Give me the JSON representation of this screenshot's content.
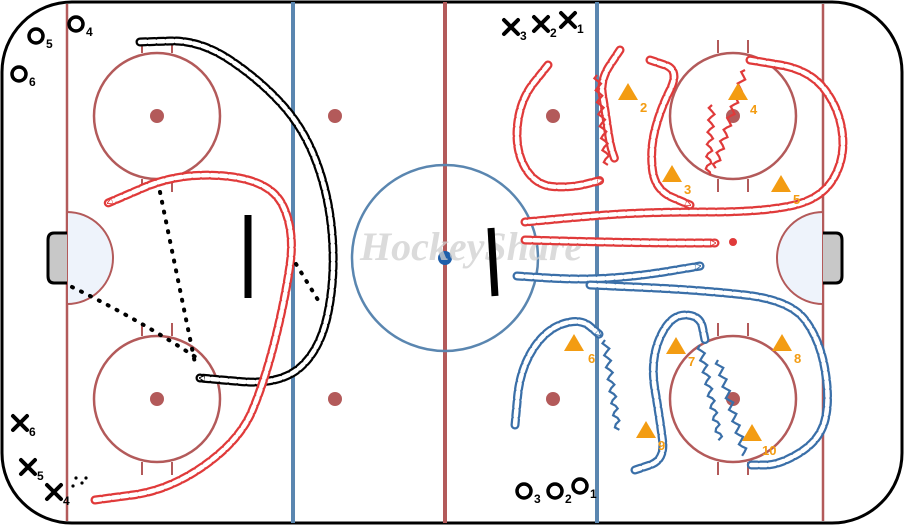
{
  "watermark": "HockeyShare",
  "cones": [
    {
      "label": "2"
    },
    {
      "label": "4"
    },
    {
      "label": "3"
    },
    {
      "label": "5"
    },
    {
      "label": "6"
    },
    {
      "label": "7"
    },
    {
      "label": "8"
    },
    {
      "label": "9"
    },
    {
      "label": "10"
    }
  ],
  "players": {
    "o_left": [
      {
        "label": "5"
      },
      {
        "label": "4"
      },
      {
        "label": "6"
      }
    ],
    "x_left": [
      {
        "label": "6"
      },
      {
        "label": "5"
      },
      {
        "label": "4"
      }
    ],
    "x_top": [
      {
        "label": "3"
      },
      {
        "label": "2"
      },
      {
        "label": "1"
      }
    ],
    "o_bottom": [
      {
        "label": "3"
      },
      {
        "label": "2"
      },
      {
        "label": "1"
      }
    ]
  },
  "colors": {
    "red_line": "#b35a5a",
    "blue_line": "#5a86b0",
    "red_path": "#e03a3a",
    "blue_path": "#3a6fa8",
    "cone": "#f39c12",
    "crease": "#eef3fb",
    "puck_dot": "#1f5faa"
  }
}
